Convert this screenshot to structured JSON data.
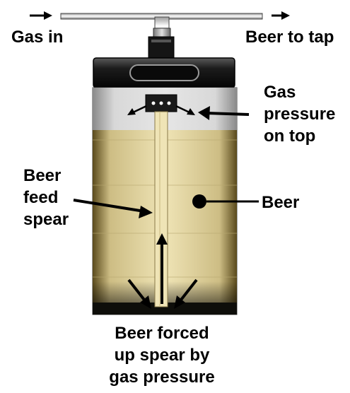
{
  "labels": {
    "gas_in": "Gas in",
    "beer_to_tap": "Beer to tap",
    "gas_pressure": [
      "Gas",
      "pressure",
      "on top"
    ],
    "beer_feed_spear": [
      "Beer",
      "feed",
      "spear"
    ],
    "beer": "Beer",
    "beer_forced": [
      "Beer forced",
      "up spear by",
      "gas pressure"
    ]
  },
  "colors": {
    "beer": "#e8dcaa",
    "gas_space": "#cfcfcf",
    "keg_cap": "#1a1a1a",
    "arrow": "#000000"
  }
}
